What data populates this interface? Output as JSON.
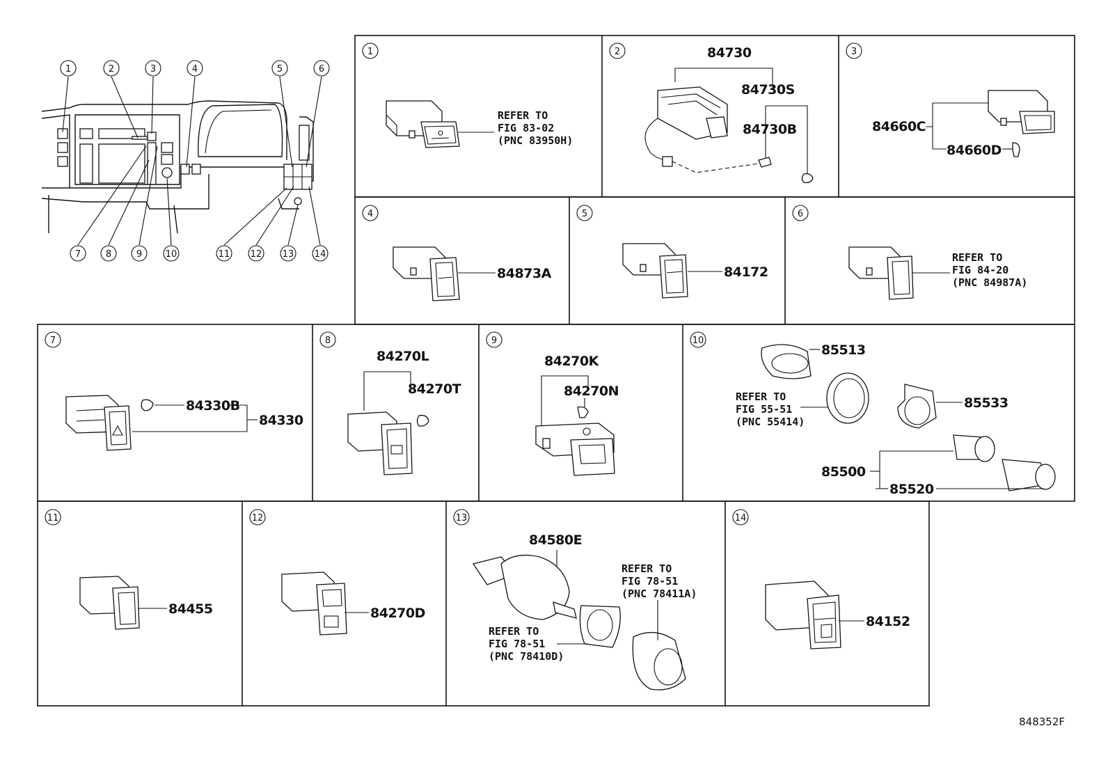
{
  "diagram": {
    "code": "848352F",
    "locator_numbers": [
      "1",
      "2",
      "3",
      "4",
      "5",
      "6",
      "7",
      "8",
      "9",
      "10",
      "11",
      "12",
      "13",
      "14"
    ],
    "panels": [
      {
        "num": "1",
        "refer": [
          "REFER TO",
          "FIG 83-02",
          "(PNC 83950H)"
        ]
      },
      {
        "num": "2",
        "labels": [
          "84730",
          "84730S",
          "84730B"
        ]
      },
      {
        "num": "3",
        "labels": [
          "84660C",
          "84660D"
        ]
      },
      {
        "num": "4",
        "labels": [
          "84873A"
        ]
      },
      {
        "num": "5",
        "labels": [
          "84172"
        ]
      },
      {
        "num": "6",
        "refer": [
          "REFER TO",
          "FIG 84-20",
          "(PNC 84987A)"
        ]
      },
      {
        "num": "7",
        "labels": [
          "84330B",
          "84330"
        ]
      },
      {
        "num": "8",
        "labels": [
          "84270L",
          "84270T"
        ]
      },
      {
        "num": "9",
        "labels": [
          "84270K",
          "84270N"
        ]
      },
      {
        "num": "10",
        "labels": [
          "85513",
          "85533",
          "85500",
          "85520"
        ],
        "refer": [
          "REFER TO",
          "FIG 55-51",
          "(PNC 55414)"
        ]
      },
      {
        "num": "11",
        "labels": [
          "84455"
        ]
      },
      {
        "num": "12",
        "labels": [
          "84270D"
        ]
      },
      {
        "num": "13",
        "labels": [
          "84580E"
        ],
        "refer": [
          "REFER TO",
          "FIG 78-51",
          "(PNC 78411A)"
        ],
        "refer2": [
          "REFER TO",
          "FIG 78-51",
          "(PNC 78410D)"
        ]
      },
      {
        "num": "14",
        "labels": [
          "84152"
        ]
      }
    ]
  }
}
